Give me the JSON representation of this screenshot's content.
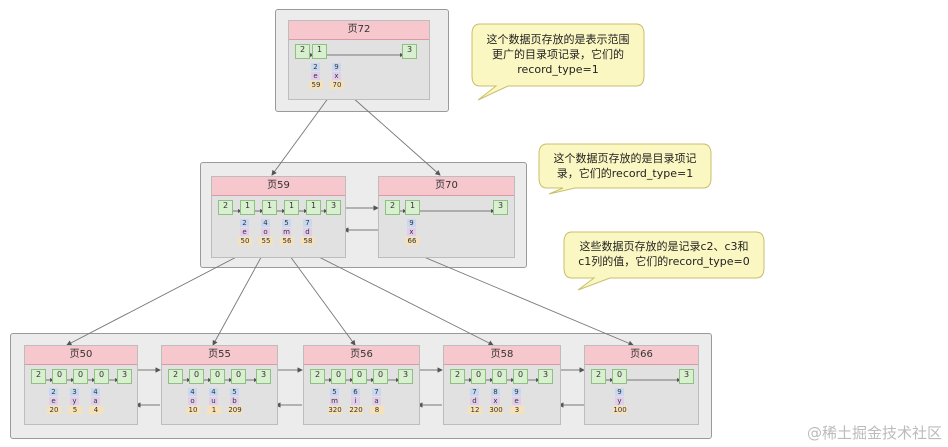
{
  "pages": {
    "p72": {
      "title": "页72",
      "heads": [
        "2",
        "1",
        "3"
      ],
      "cols": [
        [
          "2",
          "e",
          "59"
        ],
        [
          "9",
          "x",
          "70"
        ]
      ]
    },
    "p59": {
      "title": "页59",
      "heads": [
        "2",
        "1",
        "1",
        "1",
        "1",
        "3"
      ],
      "cols": [
        [
          "2",
          "e",
          "50"
        ],
        [
          "4",
          "o",
          "55"
        ],
        [
          "5",
          "m",
          "56"
        ],
        [
          "7",
          "d",
          "58"
        ]
      ]
    },
    "p70": {
      "title": "页70",
      "heads": [
        "2",
        "1",
        "3"
      ],
      "cols": [
        [
          "9",
          "x",
          "66"
        ]
      ]
    },
    "p50": {
      "title": "页50",
      "heads": [
        "2",
        "0",
        "0",
        "0",
        "3"
      ],
      "cols": [
        [
          "2",
          "e",
          "20"
        ],
        [
          "3",
          "y",
          "5"
        ],
        [
          "4",
          "a",
          "4"
        ]
      ]
    },
    "p55": {
      "title": "页55",
      "heads": [
        "2",
        "0",
        "0",
        "0",
        "3"
      ],
      "cols": [
        [
          "4",
          "o",
          "10"
        ],
        [
          "4",
          "u",
          "1"
        ],
        [
          "5",
          "b",
          "209"
        ]
      ]
    },
    "p56": {
      "title": "页56",
      "heads": [
        "2",
        "0",
        "0",
        "0",
        "3"
      ],
      "cols": [
        [
          "5",
          "m",
          "320"
        ],
        [
          "6",
          "i",
          "220"
        ],
        [
          "7",
          "a",
          "8"
        ]
      ]
    },
    "p58": {
      "title": "页58",
      "heads": [
        "2",
        "0",
        "0",
        "0",
        "3"
      ],
      "cols": [
        [
          "7",
          "d",
          "12"
        ],
        [
          "8",
          "x",
          "300"
        ],
        [
          "9",
          "e",
          "3"
        ]
      ]
    },
    "p66": {
      "title": "页66",
      "heads": [
        "2",
        "0",
        "3"
      ],
      "cols": [
        [
          "9",
          "y",
          "100"
        ]
      ]
    }
  },
  "bubbles": {
    "b1": [
      "这个数据页存放的是表示范围",
      "更广的目录项记录，它们的",
      "record_type=1"
    ],
    "b2": [
      "这个数据页存放的是目录项记",
      "录，它们的record_type=1"
    ],
    "b3": [
      "这些数据页存放的是记录c2、c3和",
      "c1列的值，它们的record_type=0"
    ]
  },
  "watermark": "@稀土掘金技术社区",
  "colors": {
    "title_bg": "#f6c7cd",
    "record_bg": "#d8f0cf",
    "c1": "#c8d8f2",
    "c2": "#e3cdeb",
    "c3": "#f6e1b8",
    "bubble": "#fbf7c2"
  }
}
